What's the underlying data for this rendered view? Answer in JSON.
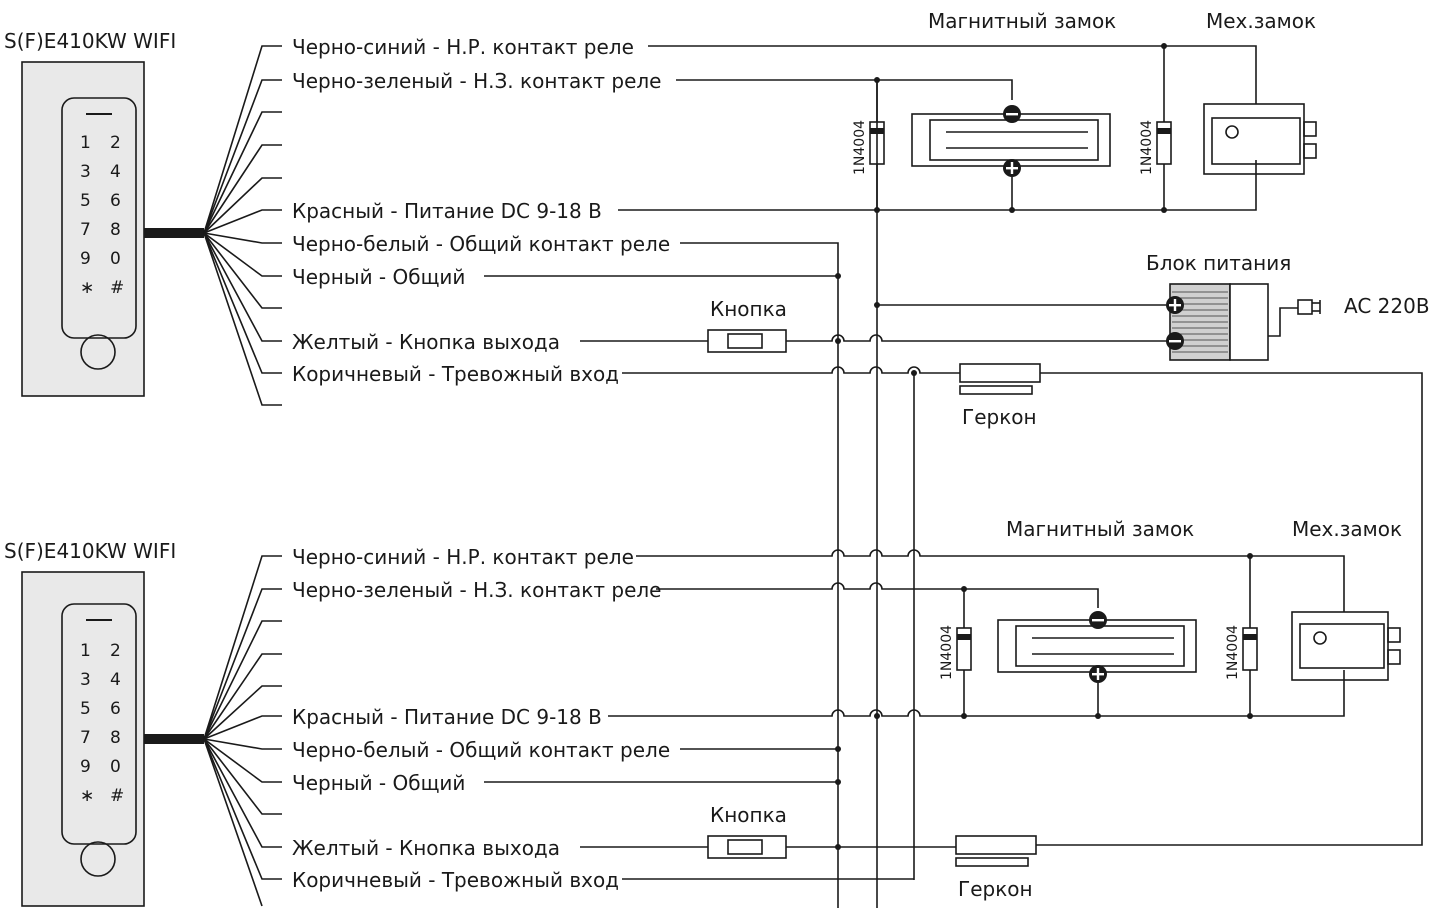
{
  "reader_model": "S(F)E410KW WIFI",
  "keypad_keys": [
    [
      "1",
      "2"
    ],
    [
      "3",
      "4"
    ],
    [
      "5",
      "6"
    ],
    [
      "7",
      "8"
    ],
    [
      "9",
      "0"
    ],
    [
      "∗",
      "#"
    ]
  ],
  "wires": {
    "nc_blue": "Черно-синий - Н.Р. контакт реле",
    "nc_green": "Черно-зеленый - Н.З. контакт реле",
    "red_power": "Красный - Питание DC 9-18 В",
    "com_relay": "Черно-белый - Общий контакт реле",
    "gnd": "Черный - Общий",
    "exit_button": "Желтый - Кнопка выхода",
    "alarm_in": "Коричневый - Тревожный вход"
  },
  "components": {
    "mag_lock": "Магнитный замок",
    "mech_lock": "Мех.замок",
    "psu": "Блок питания",
    "ac_input": "AC 220В",
    "button": "Кнопка",
    "reed": "Геркон",
    "diode": "1N4004"
  },
  "colors": {
    "line": "#1a1a1a",
    "panel": "#e6e6e6",
    "panel_border": "#1a1a1a"
  }
}
